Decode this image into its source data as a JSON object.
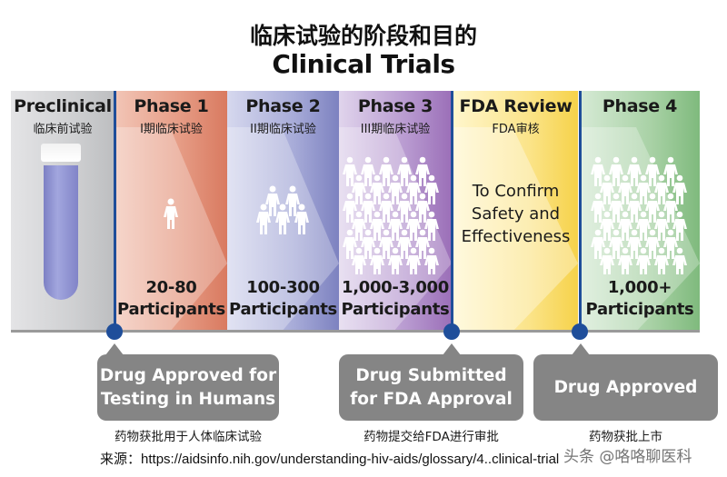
{
  "title": {
    "chinese": "临床试验的阶段和目的",
    "english": "Clinical Trials"
  },
  "colors": {
    "divider": "#1f4e9a",
    "callout": "#858585",
    "preclinical": "#cfd0d2",
    "phase1": "#e59a83",
    "phase2": "#a7abd8",
    "phase3": "#b89ad0",
    "fda_review": "#fbe48a",
    "phase4": "#a8d1a5"
  },
  "stages": [
    {
      "name": "Preclinical",
      "chinese": "临床前试验",
      "icon": "test-tube-icon",
      "count": "",
      "count_label": ""
    },
    {
      "name": "Phase 1",
      "chinese": "I期临床试验",
      "icon": "person-icon",
      "participant_icons": 1,
      "count": "20-80",
      "count_label": "Participants"
    },
    {
      "name": "Phase 2",
      "chinese": "II期临床试验",
      "icon": "group-icon",
      "participant_icons": 5,
      "count": "100-300",
      "count_label": "Participants"
    },
    {
      "name": "Phase 3",
      "chinese": "III期临床试验",
      "icon": "crowd-icon",
      "participant_icons": 30,
      "count": "1,000-3,000",
      "count_label": "Participants"
    },
    {
      "name": "FDA Review",
      "chinese": "FDA审核",
      "purpose_lines": [
        "To Confirm",
        "Safety and",
        "Effectiveness"
      ]
    },
    {
      "name": "Phase 4",
      "chinese": "",
      "icon": "crowd-icon",
      "participant_icons": 30,
      "count": "1,000+",
      "count_label": "Participants"
    }
  ],
  "milestones": [
    {
      "lines": [
        "Drug Approved for",
        "Testing in Humans"
      ],
      "chinese": "药物获批用于人体临床试验"
    },
    {
      "lines": [
        "Drug Submitted",
        "for FDA Approval"
      ],
      "chinese": "药物提交给FDA进行审批"
    },
    {
      "lines": [
        "Drug Approved"
      ],
      "chinese": "药物获批上市"
    }
  ],
  "source": {
    "label": "来源：",
    "url": "https://aidsinfo.nih.gov/understanding-hiv-aids/glossary/4..clinical-trial"
  },
  "watermark": "头条 @咯咯聊医科"
}
